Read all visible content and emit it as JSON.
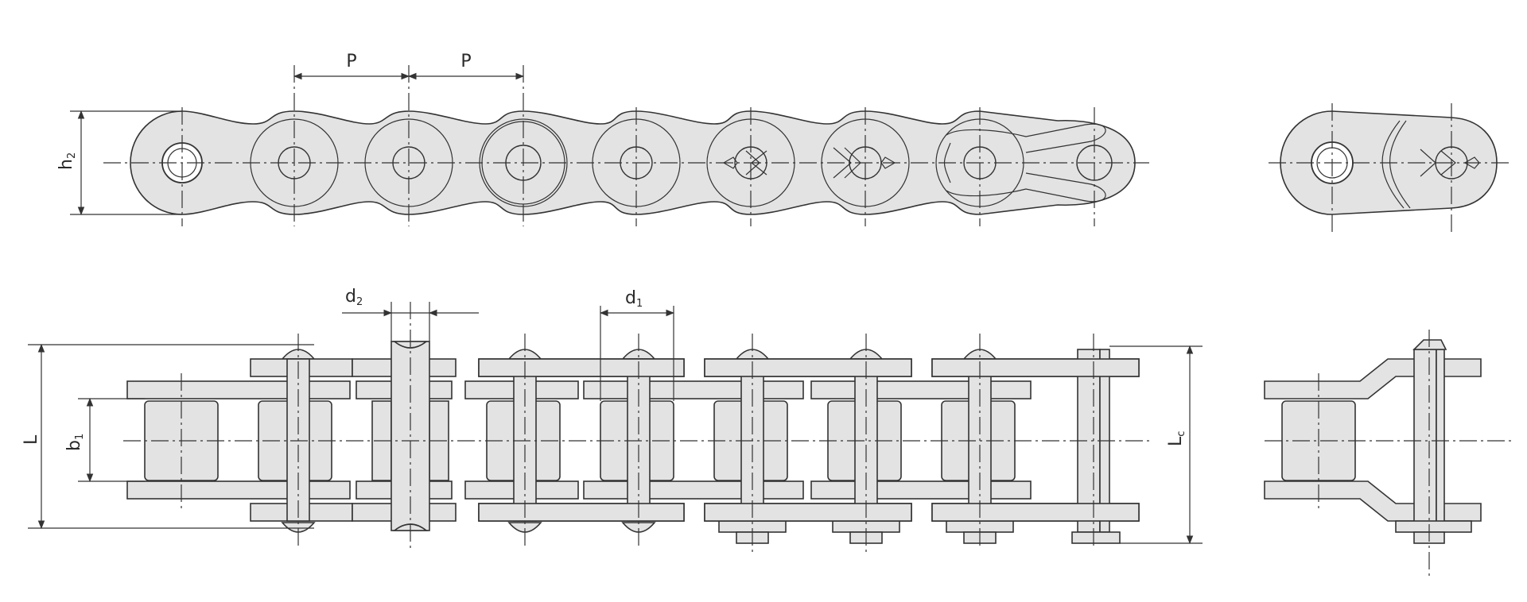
{
  "diagram": {
    "labels": {
      "pitch": "P",
      "height": "h",
      "height_sub": "2",
      "pin_dia": "d",
      "pin_dia_sub": "2",
      "roller_dia": "d",
      "roller_dia_sub": "1",
      "overall_length": "L",
      "inner_width": "b",
      "inner_width_sub": "1",
      "connector_length": "L",
      "connector_length_sub": "c"
    },
    "colors": {
      "fill": "#e3e3e3",
      "stroke": "#333333",
      "background": "#ffffff"
    }
  }
}
